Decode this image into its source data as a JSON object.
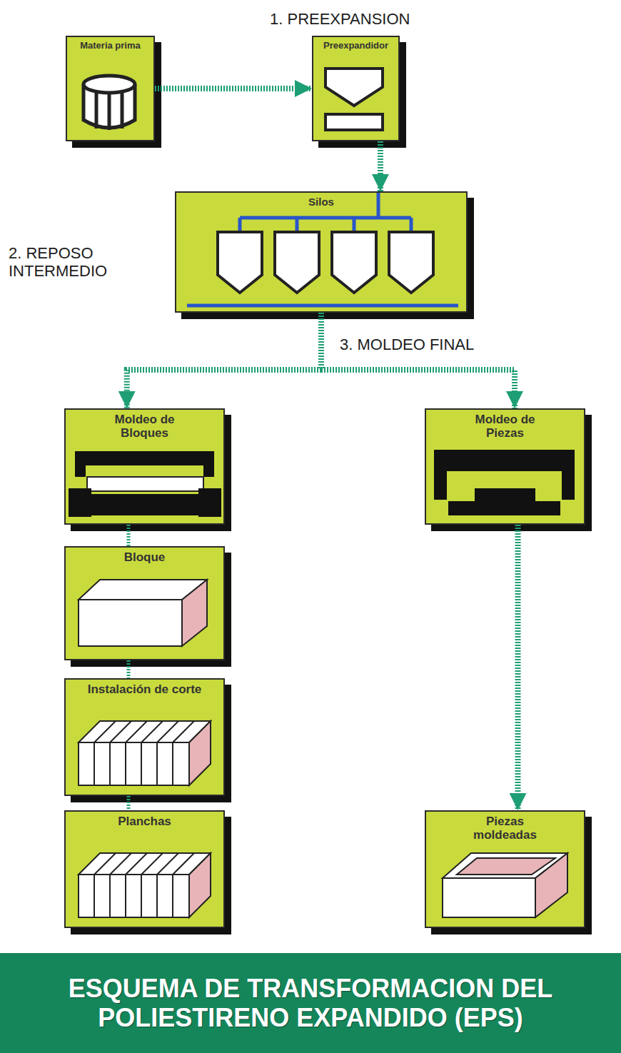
{
  "diagram": {
    "title": "ESQUEMA DE TRANSFORMACION DEL POLIESTIRENO EXPANDIDO (EPS)",
    "nodes": [
      {
        "text": [
          "Materia prima"
        ]
      },
      {
        "text": [
          "Preexpandidor"
        ]
      },
      {
        "text": [
          "Silos"
        ]
      },
      {
        "text": [
          "Moldeo de Bloques"
        ]
      },
      {
        "text": [
          "Moldeo de Piezas"
        ]
      },
      {
        "text": [
          "Bloque"
        ]
      },
      {
        "text": [
          "Instalación de corte"
        ]
      },
      {
        "text": [
          "Planchas"
        ]
      },
      {
        "text": [
          "Piezas moldeadas"
        ]
      }
    ],
    "edges": [
      {
        "from": 0,
        "to": 1,
        "arrow": "to"
      },
      {
        "from": 1,
        "to": 2,
        "arrow": "to"
      },
      {
        "from": 2,
        "to": 3,
        "arrow": "to"
      },
      {
        "from": 2,
        "to": 4,
        "arrow": "to"
      },
      {
        "from": 3,
        "to": 5,
        "arrow": "none"
      },
      {
        "from": 5,
        "to": 6,
        "arrow": "none"
      },
      {
        "from": 6,
        "to": 7,
        "arrow": "none"
      },
      {
        "from": 4,
        "to": 8,
        "arrow": "to"
      }
    ],
    "labels": [
      "1. PREEXPANSION",
      "2. REPOSO INTERMEDIO",
      "3. MOLDEO FINAL"
    ]
  }
}
